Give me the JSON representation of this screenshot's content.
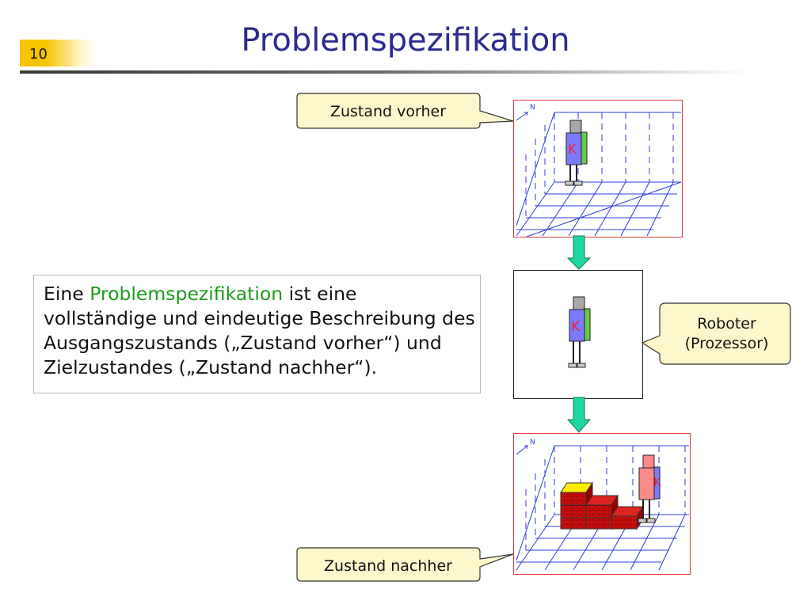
{
  "slide": {
    "number": "10",
    "title": "Problemspezifikation"
  },
  "definition": {
    "prefix": "Eine ",
    "term": "Problemspezifikation",
    "rest": " ist eine vollständige und eindeutige Beschreibung des Ausgangszustands („Zustand vorher“) und Zielzustandes („Zustand nachher“)."
  },
  "callouts": {
    "before": "Zustand vorher",
    "after": "Zustand nachher",
    "robot_line1": "Roboter",
    "robot_line2": "(Prozessor)"
  },
  "world": {
    "north_label": "N",
    "robot_label": "K"
  },
  "colors": {
    "title": "#2b2b8e",
    "highlight": "#1d9a1d",
    "callout_fill": "#fdf8cc",
    "world_border": "#e23a3a",
    "grid": "#2b3fd8",
    "arrow": "#1fd6a0",
    "robot_body": "#7b7bff",
    "robot_after_body": "#ff8a8a",
    "brick": "#cc1111",
    "brick_top": "#ffee00"
  }
}
